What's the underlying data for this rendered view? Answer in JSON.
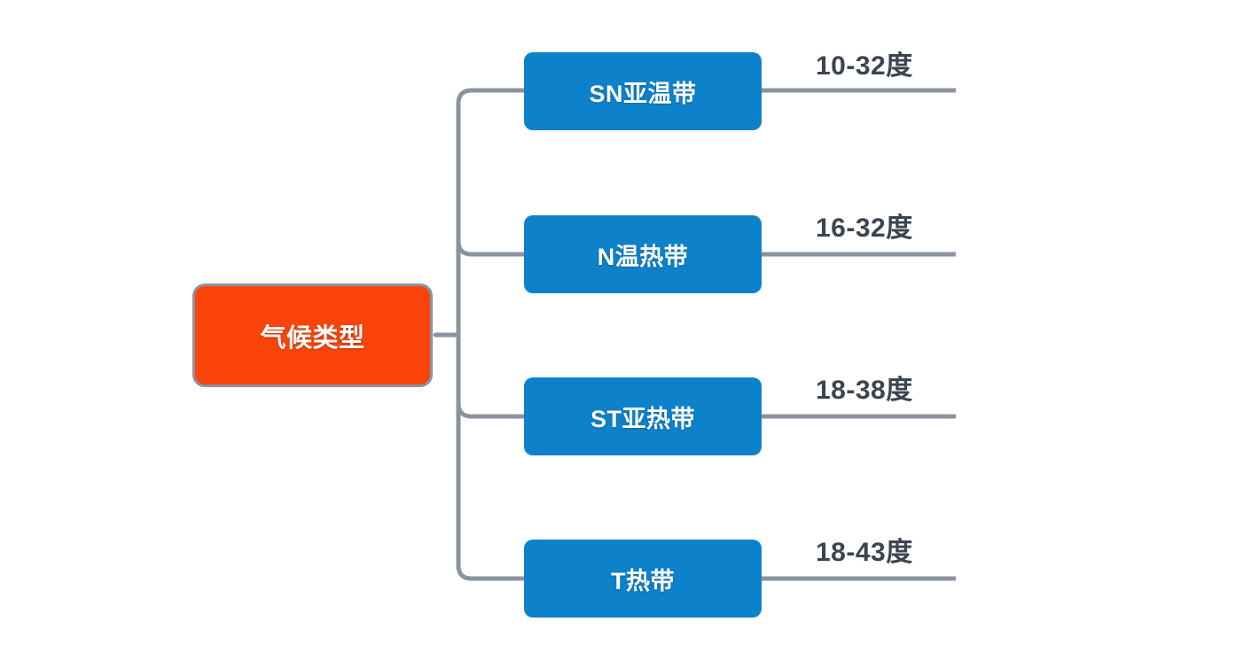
{
  "diagram": {
    "type": "mind-map",
    "orientation": "left-to-right",
    "root": {
      "label": "气候类型",
      "fill": "#fa4409",
      "border": "#8b93a1",
      "text_color": "#ffffff"
    },
    "connector_color": "#8b93a1",
    "branches": [
      {
        "label": "SN亚温带",
        "value": "10-32度",
        "fill": "#0d82ca",
        "text_color": "#ffffff"
      },
      {
        "label": "N温热带",
        "value": "16-32度",
        "fill": "#0d82ca",
        "text_color": "#ffffff"
      },
      {
        "label": "ST亚热带",
        "value": "18-38度",
        "fill": "#0d82ca",
        "text_color": "#ffffff"
      },
      {
        "label": "T热带",
        "value": "18-43度",
        "fill": "#0d82ca",
        "text_color": "#ffffff"
      }
    ]
  }
}
